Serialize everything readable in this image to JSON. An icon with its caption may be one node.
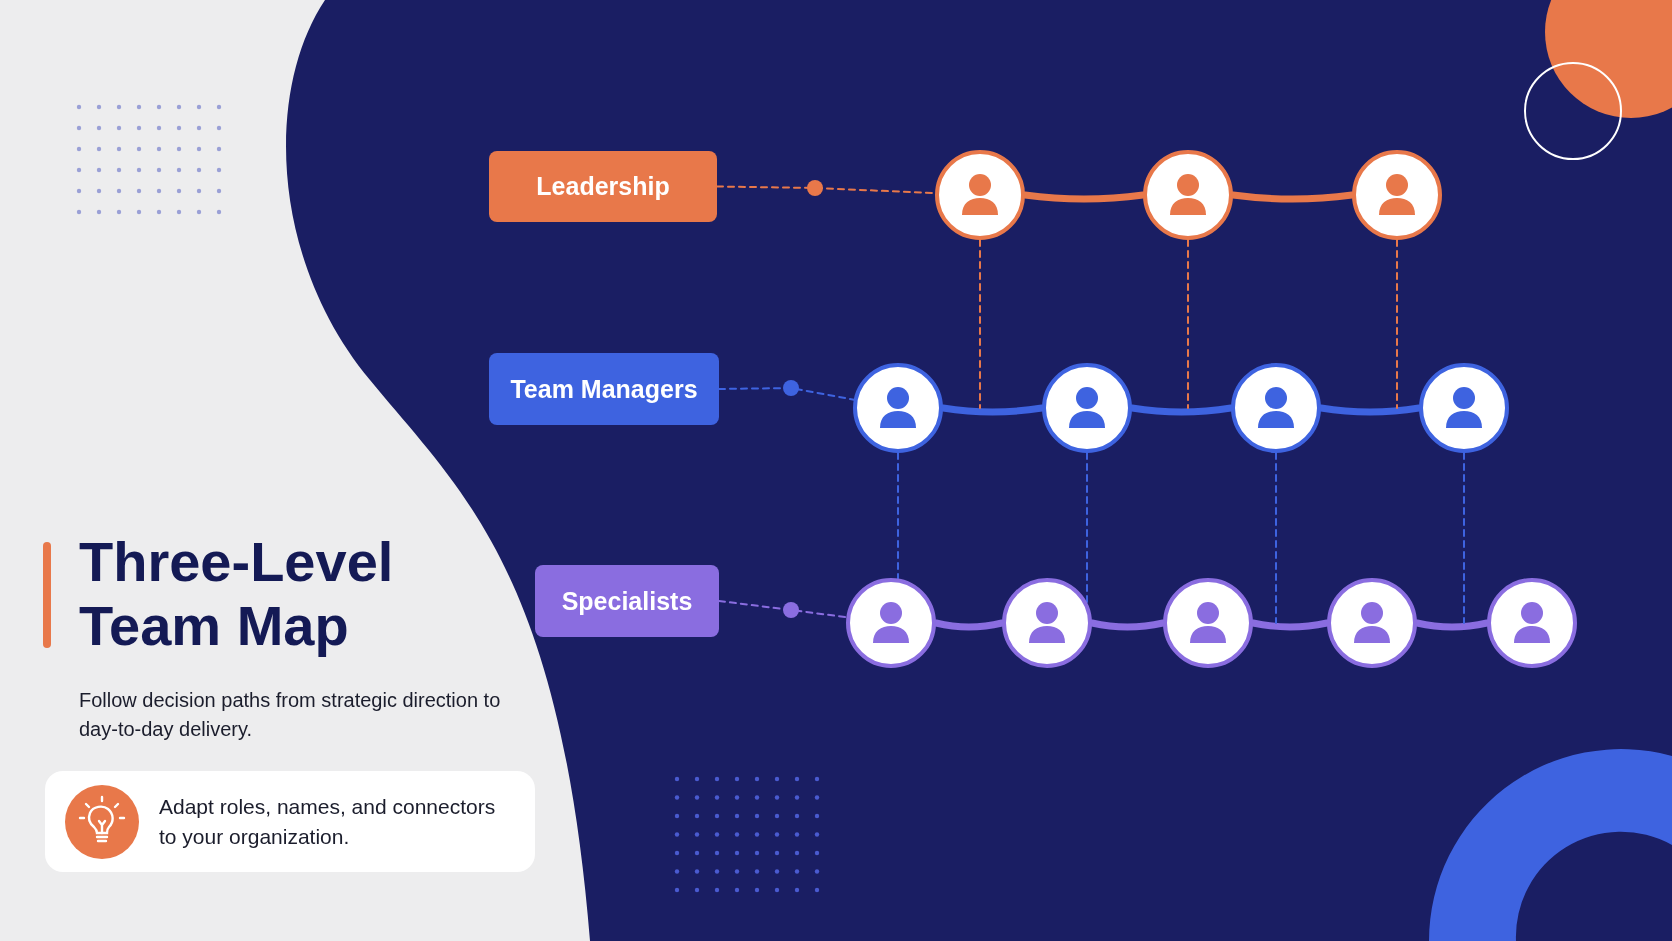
{
  "diagram": {
    "title": "Three-Level Team Map",
    "nodes": [
      {
        "text": [
          "Leadership"
        ]
      },
      {
        "text": [
          "Team Managers"
        ]
      },
      {
        "text": [
          "Specialists"
        ]
      },
      {
        "text": [],
        "shape": "circle"
      },
      {
        "text": [],
        "shape": "circle"
      },
      {
        "text": [],
        "shape": "circle"
      },
      {
        "text": [],
        "shape": "circle"
      },
      {
        "text": [],
        "shape": "circle"
      },
      {
        "text": [],
        "shape": "circle"
      },
      {
        "text": [],
        "shape": "circle"
      },
      {
        "text": [],
        "shape": "circle"
      },
      {
        "text": [],
        "shape": "circle"
      },
      {
        "text": [],
        "shape": "circle"
      },
      {
        "text": [],
        "shape": "circle"
      },
      {
        "text": [],
        "shape": "circle"
      },
      {
        "text": [
          "Adapt roles, names, and connectors to your organization."
        ]
      }
    ],
    "edges": [
      {
        "from": 0,
        "to": 3,
        "arrow": "none",
        "style": "dashed",
        "color": "#e8784a"
      },
      {
        "from": 1,
        "to": 6,
        "arrow": "none",
        "style": "dashed",
        "color": "#3e63e0"
      },
      {
        "from": 2,
        "to": 10,
        "arrow": "none",
        "style": "dashed",
        "color": "#8a6de0"
      },
      {
        "from": 3,
        "to": 4,
        "arrow": "none",
        "style": "thick",
        "color": "#e8784a"
      },
      {
        "from": 4,
        "to": 5,
        "arrow": "none",
        "style": "thick",
        "color": "#e8784a"
      },
      {
        "from": 6,
        "to": 7,
        "arrow": "none",
        "style": "thick",
        "color": "#3e63e0"
      },
      {
        "from": 7,
        "to": 8,
        "arrow": "none",
        "style": "thick",
        "color": "#3e63e0"
      },
      {
        "from": 8,
        "to": 9,
        "arrow": "none",
        "style": "thick",
        "color": "#3e63e0"
      },
      {
        "from": 10,
        "to": 11,
        "arrow": "none",
        "style": "thick",
        "color": "#8a6de0"
      },
      {
        "from": 11,
        "to": 12,
        "arrow": "none",
        "style": "thick",
        "color": "#8a6de0"
      },
      {
        "from": 12,
        "to": 13,
        "arrow": "none",
        "style": "thick",
        "color": "#8a6de0"
      },
      {
        "from": 13,
        "to": 14,
        "arrow": "none",
        "style": "thick",
        "color": "#8a6de0"
      },
      {
        "from": 3,
        "to": null,
        "arrow": "none",
        "style": "dashed",
        "color": "#e8784a"
      },
      {
        "from": 4,
        "to": null,
        "arrow": "none",
        "style": "dashed",
        "color": "#e8784a"
      },
      {
        "from": 5,
        "to": null,
        "arrow": "none",
        "style": "dashed",
        "color": "#e8784a"
      },
      {
        "from": 6,
        "to": 10,
        "arrow": "none",
        "style": "dashed",
        "color": "#3e63e0"
      },
      {
        "from": 7,
        "to": 11,
        "arrow": "none",
        "style": "dashed",
        "color": "#3e63e0"
      },
      {
        "from": 8,
        "to": null,
        "arrow": "none",
        "style": "dashed",
        "color": "#3e63e0"
      },
      {
        "from": 9,
        "to": null,
        "arrow": "none",
        "style": "dashed",
        "color": "#3e63e0"
      }
    ],
    "labels": [
      "Follow decision paths from strategic direction to day-to-day delivery."
    ]
  }
}
